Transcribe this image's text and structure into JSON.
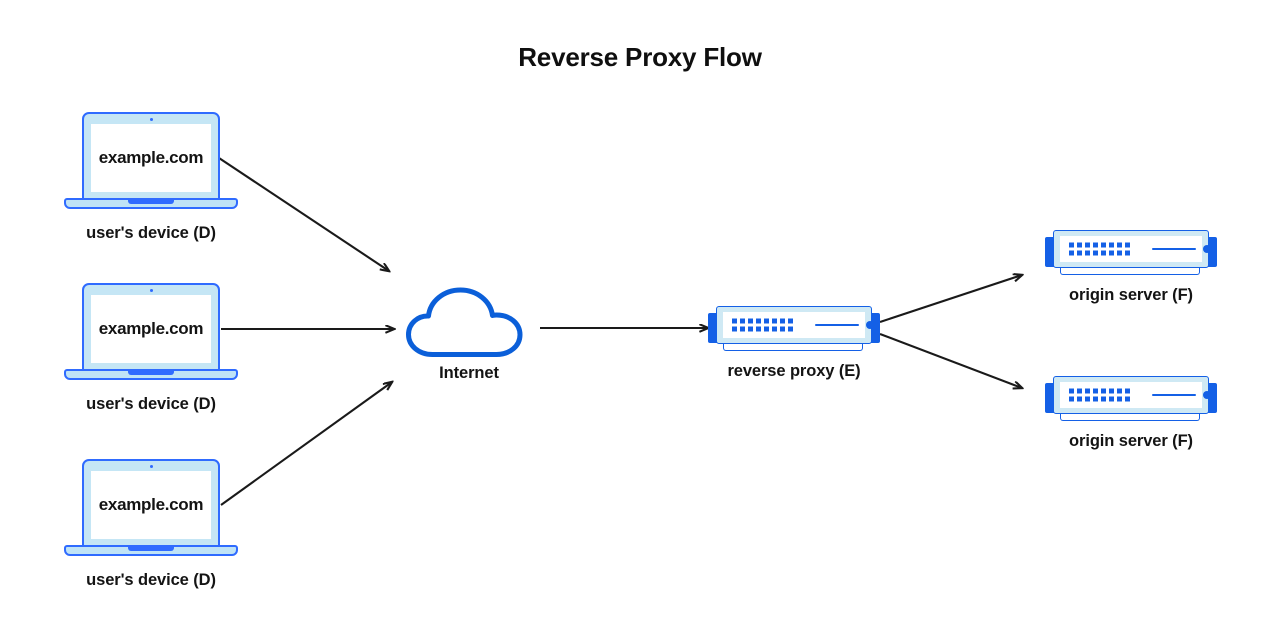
{
  "title": "Reverse Proxy Flow",
  "colors": {
    "accent_blue": "#1460e6",
    "laptop_outline": "#2f6bff",
    "laptop_bezel": "#c5e6f5",
    "server_band": "#cfe9f4",
    "arrow": "#1a1a1a",
    "text": "#141414",
    "background": "#ffffff"
  },
  "nodes": {
    "clients": [
      {
        "screen_text": "example.com",
        "label": "user's device (D)",
        "icon": "laptop-icon"
      },
      {
        "screen_text": "example.com",
        "label": "user's device (D)",
        "icon": "laptop-icon"
      },
      {
        "screen_text": "example.com",
        "label": "user's device (D)",
        "icon": "laptop-icon"
      }
    ],
    "internet": {
      "label": "Internet",
      "icon": "cloud-icon"
    },
    "proxy": {
      "label": "reverse proxy (E)",
      "icon": "server-icon"
    },
    "origins": [
      {
        "label": "origin server (F)",
        "icon": "server-icon"
      },
      {
        "label": "origin server (F)",
        "icon": "server-icon"
      }
    ]
  },
  "edges": [
    {
      "from": "user's device (D) 1",
      "to": "Internet"
    },
    {
      "from": "user's device (D) 2",
      "to": "Internet"
    },
    {
      "from": "user's device (D) 3",
      "to": "Internet"
    },
    {
      "from": "Internet",
      "to": "reverse proxy (E)"
    },
    {
      "from": "reverse proxy (E)",
      "to": "origin server (F) 1"
    },
    {
      "from": "reverse proxy (E)",
      "to": "origin server (F) 2"
    }
  ]
}
